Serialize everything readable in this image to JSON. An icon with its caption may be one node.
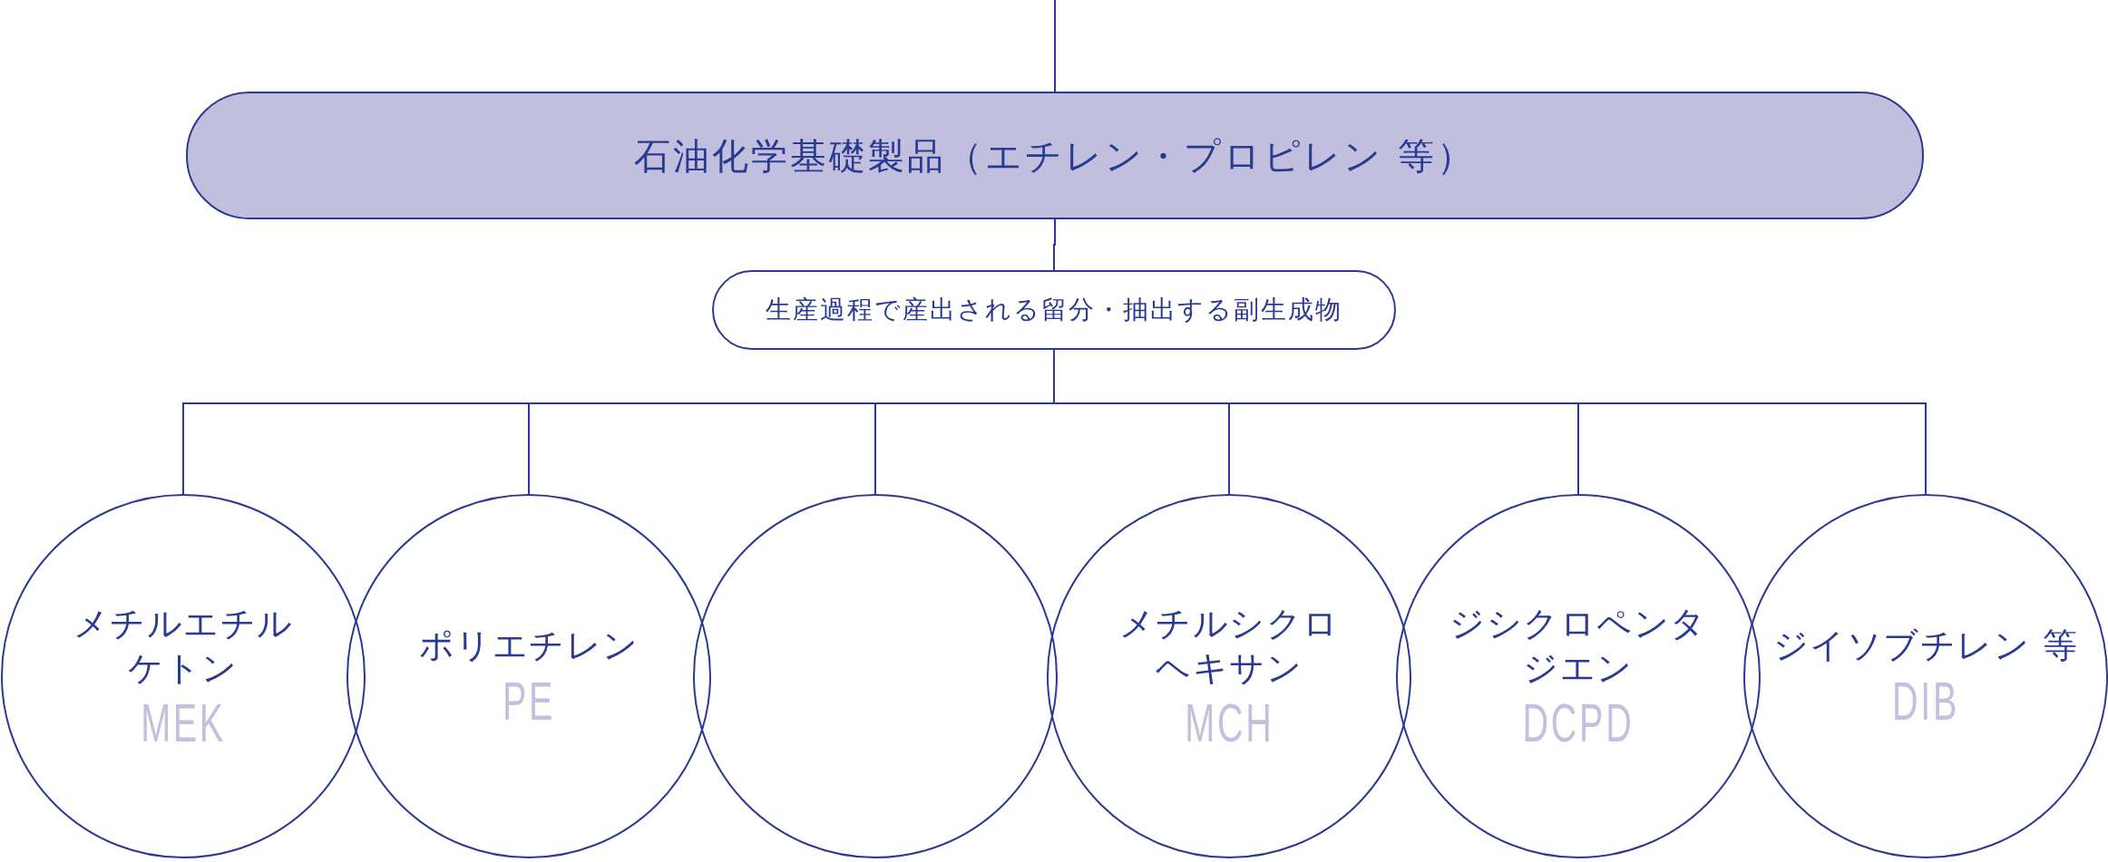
{
  "diagram": {
    "nodes": [
      {
        "text": [
          "石油化学基礎製品（エチレン・プロピレン 等）"
        ]
      },
      {
        "text": [
          "生産過程で産出される留分・抽出する副生成物"
        ]
      },
      {
        "text": [
          "メチルエチルケトン",
          "MEK"
        ]
      },
      {
        "text": [
          "ポリエチレン",
          "PE"
        ]
      },
      {
        "text": [],
        "shape": "circle"
      },
      {
        "text": [
          "メチルシクロヘキサン",
          "MCH"
        ]
      },
      {
        "text": [
          "ジシクロペンタジエン",
          "DCPD"
        ]
      },
      {
        "text": [
          "ジイソブチレン 等",
          "DIB"
        ]
      }
    ],
    "edges": [
      {
        "from": null,
        "to": 0,
        "arrow": "none"
      },
      {
        "from": 0,
        "to": 1,
        "arrow": "none"
      },
      {
        "from": 1,
        "to": 2,
        "arrow": "none"
      },
      {
        "from": 1,
        "to": 3,
        "arrow": "none"
      },
      {
        "from": 1,
        "to": 4,
        "arrow": "none"
      },
      {
        "from": 1,
        "to": 5,
        "arrow": "none"
      },
      {
        "from": 1,
        "to": 6,
        "arrow": "none"
      },
      {
        "from": 1,
        "to": 7,
        "arrow": "none"
      }
    ]
  }
}
